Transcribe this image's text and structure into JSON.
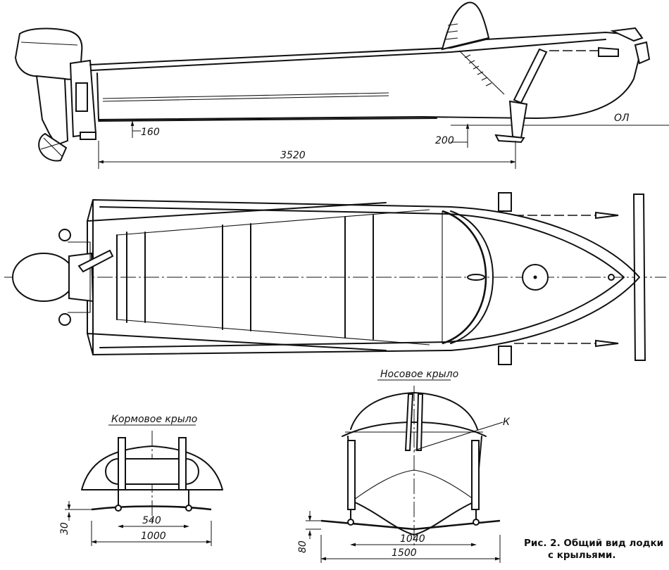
{
  "figure": {
    "caption_line1": "Рис. 2. Общий вид лодки",
    "caption_line2": "с крыльями."
  },
  "side_view": {
    "waterline_label": "ОЛ",
    "dim_stern_clearance": "160",
    "dim_bow_clearance": "200",
    "dim_length": "3520"
  },
  "stern_foil": {
    "title": "Кормовое крыло",
    "dim_inner": "540",
    "dim_span": "1000",
    "dim_height": "30"
  },
  "bow_foil": {
    "title": "Носовое крыло",
    "callout_k": "К",
    "dim_inner": "1040",
    "dim_span": "1500",
    "dim_height": "80"
  }
}
